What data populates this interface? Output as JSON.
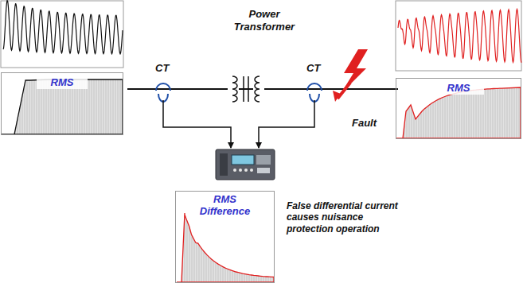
{
  "diagram": {
    "nodes": [
      {
        "text": [
          "RMS"
        ]
      },
      {
        "text": [
          "RMS"
        ]
      },
      {
        "text": [
          "RMS Difference"
        ]
      }
    ],
    "labels": [
      "Power Transformer",
      "CT",
      "CT",
      "Fault",
      "False differential current causes nuisance protection operation"
    ]
  }
}
